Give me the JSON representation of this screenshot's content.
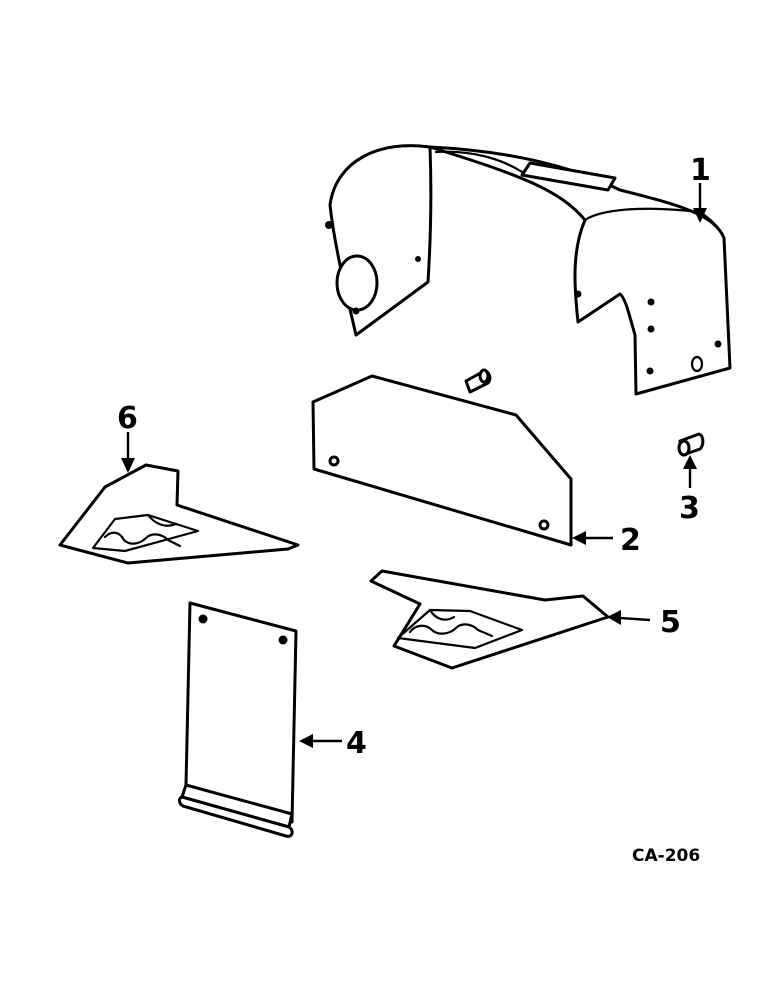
{
  "callouts": {
    "part_1": "1",
    "part_2": "2",
    "part_3": "3",
    "part_4": "4",
    "part_5": "5",
    "part_6": "6"
  },
  "figure_code": "CA-206",
  "colors": {
    "ink": "#000000",
    "paper": "#ffffff"
  }
}
